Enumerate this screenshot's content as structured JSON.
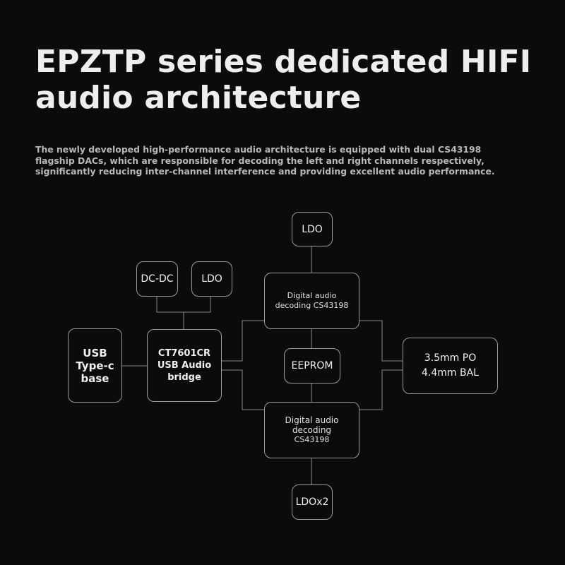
{
  "title": {
    "line1": "EPZTP series dedicated HIFI",
    "line2": "audio architecture"
  },
  "description": {
    "line1": "The newly developed high-performance audio architecture is equipped with dual CS43198",
    "line2": "flagship DACs, which are responsible for decoding the left and right channels respectively,",
    "line3": "significantly reducing inter-channel interference and providing excellent audio performance."
  },
  "diagram": {
    "usb_base": [
      "USB",
      "Type-c",
      "base"
    ],
    "dcdc": "DC-DC",
    "ldo_left": "LDO",
    "bridge": [
      "CT7601CR",
      "USB Audio",
      "bridge"
    ],
    "ldo_top": "LDO",
    "dac_top": [
      "Digital audio",
      "decoding CS43198"
    ],
    "eeprom": "EEPROM",
    "dac_bottom": [
      "Digital audio",
      "decoding",
      "CS43198"
    ],
    "ldo_bottom": "LDOx2",
    "output": [
      "3.5mm PO",
      "4.4mm BAL"
    ]
  }
}
